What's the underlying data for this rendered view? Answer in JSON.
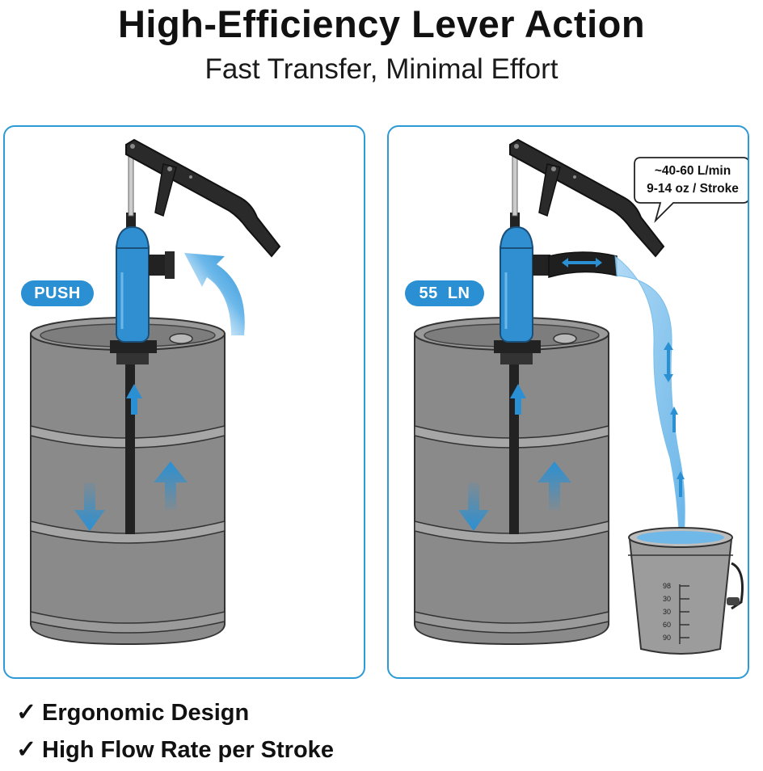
{
  "header": {
    "title": "High-Efficiency Lever Action",
    "subtitle": "Fast Transfer, Minimal Effort"
  },
  "left_panel": {
    "badge": "PUSH"
  },
  "right_panel": {
    "badge": "55  LN",
    "callout": {
      "line1": "~40-60 L/min",
      "line2": "9-14 oz / Stroke"
    },
    "bucket_scale": [
      "98",
      "30",
      "30",
      "60",
      "90"
    ]
  },
  "features": [
    {
      "check": "✓",
      "text": "Ergonomic Design"
    },
    {
      "check": "✓",
      "text": "High Flow Rate per Stroke"
    }
  ],
  "colors": {
    "accent": "#2a90d3",
    "pump_blue": "#2f8fd0",
    "drum_gray": "#8a8a8a",
    "panel_border": "#2d9ad6"
  }
}
